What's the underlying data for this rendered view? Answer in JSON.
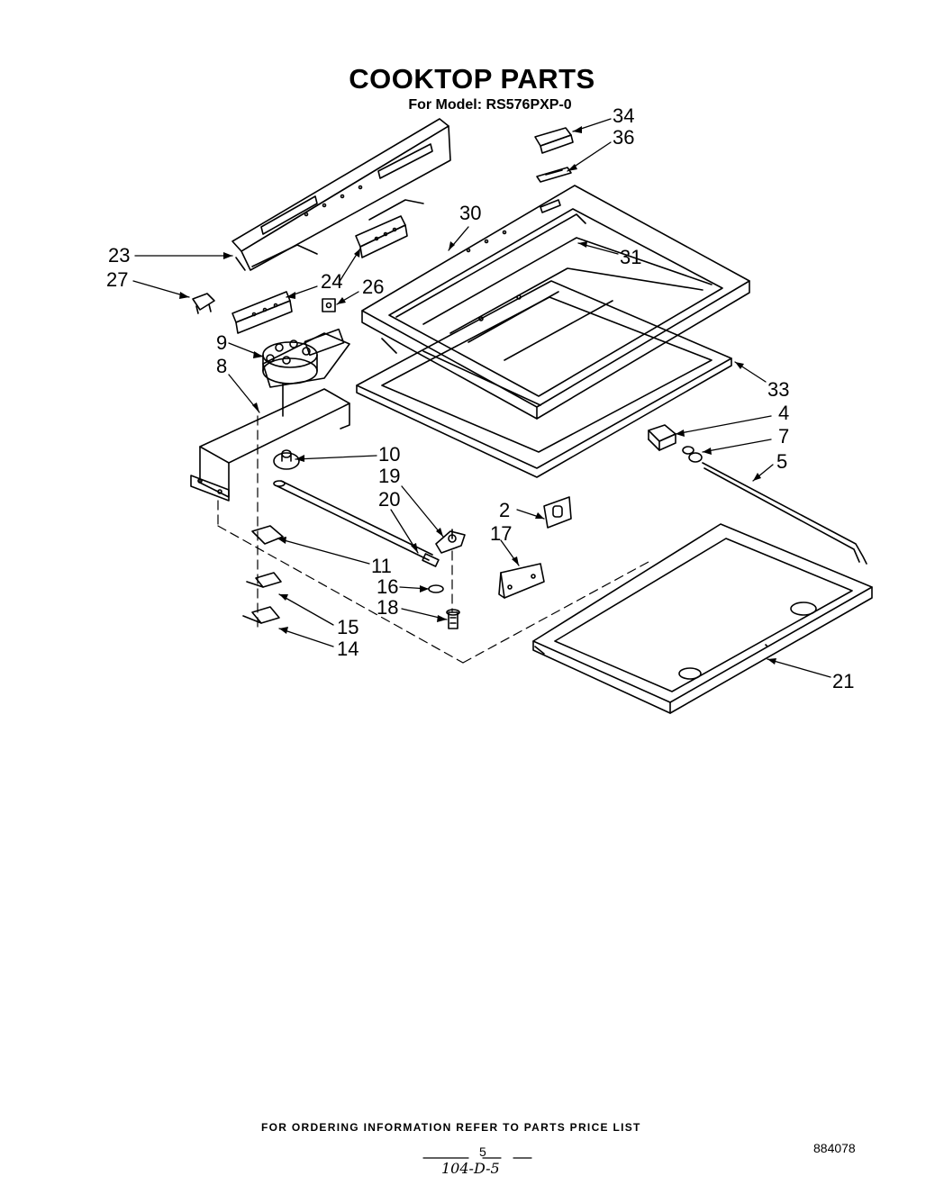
{
  "header": {
    "title": "COOKTOP PARTS",
    "model_line": "For Model: RS576PXP-0"
  },
  "callouts": [
    {
      "label": "34"
    },
    {
      "label": "36"
    },
    {
      "label": "30"
    },
    {
      "label": "31"
    },
    {
      "label": "23"
    },
    {
      "label": "27"
    },
    {
      "label": "24"
    },
    {
      "label": "26"
    },
    {
      "label": "9"
    },
    {
      "label": "8"
    },
    {
      "label": "33"
    },
    {
      "label": "4"
    },
    {
      "label": "7"
    },
    {
      "label": "5"
    },
    {
      "label": "10"
    },
    {
      "label": "19"
    },
    {
      "label": "20"
    },
    {
      "label": "2"
    },
    {
      "label": "17"
    },
    {
      "label": "11"
    },
    {
      "label": "16"
    },
    {
      "label": "18"
    },
    {
      "label": "15"
    },
    {
      "label": "14"
    },
    {
      "label": "21"
    }
  ],
  "footer": {
    "ordering_note": "FOR ORDERING INFORMATION REFER TO PARTS PRICE LIST",
    "page_number": "5",
    "handwritten_note": "104-D-5",
    "document_number": "884078"
  }
}
